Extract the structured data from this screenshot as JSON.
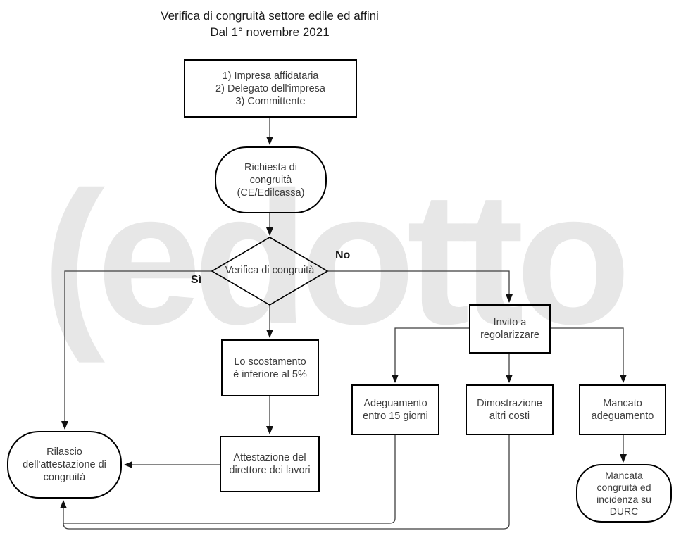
{
  "title": {
    "line1": "Verifica di congruità settore edile ed affini",
    "line2": "Dal 1° novembre 2021"
  },
  "watermark": "(edotto",
  "nodes": {
    "participants": {
      "text": "1) Impresa affidataria\n2) Delegato dell'impresa\n3) Committente"
    },
    "richiesta": {
      "text": "Richiesta di\ncongruità\n(CE/Edilcassa)"
    },
    "decision": {
      "text": "Verifica di congruità"
    },
    "scostamento": {
      "text": "Lo scostamento\nè inferiore al 5%"
    },
    "attestazione": {
      "text": "Attestazione del\ndirettore dei lavori"
    },
    "rilascio": {
      "text": "Rilascio\ndell'attestazione di\ncongruità"
    },
    "invito": {
      "text": "Invito a\nregolarizzare"
    },
    "adeguamento": {
      "text": "Adeguamento\nentro 15 giorni"
    },
    "dimostrazione": {
      "text": "Dimostrazione\naltri costi"
    },
    "mancato": {
      "text": "Mancato\nadeguamento"
    },
    "mancata_durc": {
      "text": "Mancata\ncongruità ed\nincidenza su\nDURC"
    }
  },
  "edges": {
    "yes_label": "Sì",
    "no_label": "No"
  },
  "colors": {
    "background": "#ffffff",
    "border": "#000000",
    "line": "#3f3f3f",
    "text": "#3c3c3c",
    "watermark": "#e7e7e7"
  }
}
